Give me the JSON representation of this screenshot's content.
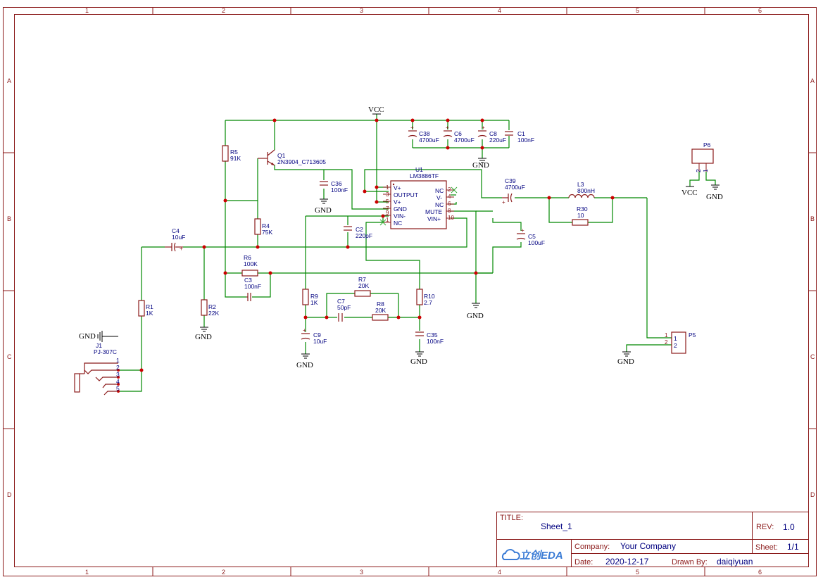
{
  "border": {
    "columns": [
      "1",
      "2",
      "3",
      "4",
      "5",
      "6"
    ],
    "rows": [
      "A",
      "B",
      "C",
      "D"
    ]
  },
  "title_block": {
    "title_label": "TITLE:",
    "title": "Sheet_1",
    "rev_label": "REV:",
    "rev": "1.0",
    "company_label": "Company:",
    "company": "Your Company",
    "sheet_label": "Sheet:",
    "sheet": "1/1",
    "date_label": "Date:",
    "date": "2020-12-17",
    "drawn_label": "Drawn By:",
    "drawn_by": "daiqiyuan",
    "logo_text": "立创EDA",
    "logo_icon": "cloud-logo-icon"
  },
  "power": {
    "vcc": "VCC",
    "gnd": "GND"
  },
  "components": {
    "q1": {
      "ref": "Q1",
      "value": "2N3904_C713605"
    },
    "r5": {
      "ref": "R5",
      "value": "91K"
    },
    "r4": {
      "ref": "R4",
      "value": "75K"
    },
    "r6": {
      "ref": "R6",
      "value": "100K"
    },
    "r1": {
      "ref": "R1",
      "value": "1K"
    },
    "r2": {
      "ref": "R2",
      "value": "22K"
    },
    "r9": {
      "ref": "R9",
      "value": "1K"
    },
    "r7": {
      "ref": "R7",
      "value": "20K"
    },
    "r8": {
      "ref": "R8",
      "value": "20K"
    },
    "r10": {
      "ref": "R10",
      "value": "2.7"
    },
    "r30": {
      "ref": "R30",
      "value": "10"
    },
    "c4": {
      "ref": "C4",
      "value": "10uF"
    },
    "c3": {
      "ref": "C3",
      "value": "100nF"
    },
    "c36": {
      "ref": "C36",
      "value": "100nF"
    },
    "c2": {
      "ref": "C2",
      "value": "220pF"
    },
    "c7": {
      "ref": "C7",
      "value": "50pF"
    },
    "c9": {
      "ref": "C9",
      "value": "10uF"
    },
    "c35": {
      "ref": "C35",
      "value": "100nF"
    },
    "c38": {
      "ref": "C38",
      "value": "4700uF"
    },
    "c6": {
      "ref": "C6",
      "value": "4700uF"
    },
    "c8": {
      "ref": "C8",
      "value": "220uF"
    },
    "c1": {
      "ref": "C1",
      "value": "100nF"
    },
    "c39": {
      "ref": "C39",
      "value": "4700uF"
    },
    "c5": {
      "ref": "C5",
      "value": "100uF"
    },
    "l3": {
      "ref": "L3",
      "value": "800nH"
    },
    "j1": {
      "ref": "J1",
      "value": "PJ-307C",
      "pins": [
        "1",
        "2",
        "3",
        "4",
        "5"
      ]
    },
    "p5": {
      "ref": "P5",
      "pins": [
        "1",
        "2"
      ]
    },
    "p6": {
      "ref": "P6",
      "pins": [
        "2",
        "1"
      ]
    },
    "u1": {
      "ref": "U1",
      "value": "LM3886TF",
      "left_pins": [
        {
          "num": "1",
          "name": "V+"
        },
        {
          "num": "3",
          "name": "OUTPUT"
        },
        {
          "num": "5",
          "name": "V+"
        },
        {
          "num": "7",
          "name": "GND"
        },
        {
          "num": "9",
          "name": "VIN-"
        },
        {
          "num": "1",
          "name": "NC"
        }
      ],
      "right_pins": [
        {
          "num": "2",
          "name": "NC"
        },
        {
          "num": "4",
          "name": "V-"
        },
        {
          "num": "6",
          "name": "NC"
        },
        {
          "num": "8",
          "name": "MUTE"
        },
        {
          "num": "10",
          "name": "VIN+"
        }
      ]
    }
  }
}
